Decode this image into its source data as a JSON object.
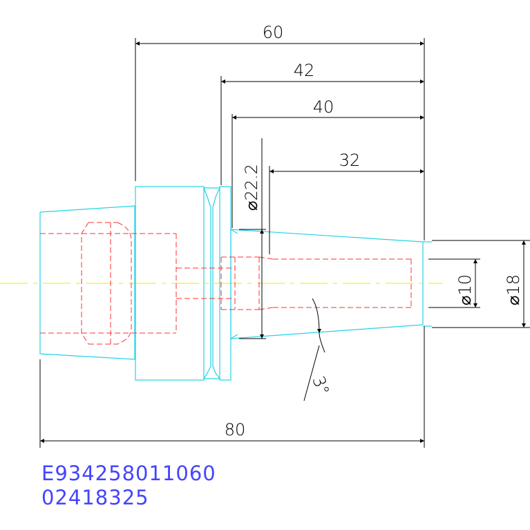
{
  "drawing": {
    "dimensions": {
      "overall_length": "60",
      "length_42": "42",
      "length_40": "40",
      "length_32": "32",
      "total_length": "80",
      "diameter_22_2": "⌀22.2",
      "diameter_10": "⌀10",
      "diameter_18": "⌀18",
      "taper_angle": "3°"
    },
    "part_number": "E934258011060",
    "code": "02418325"
  },
  "colors": {
    "outline": "#22d3e6",
    "hidden": "#ff3030",
    "centerline": "#e8e800",
    "dimension": "#000000",
    "label": "#4444ff"
  }
}
